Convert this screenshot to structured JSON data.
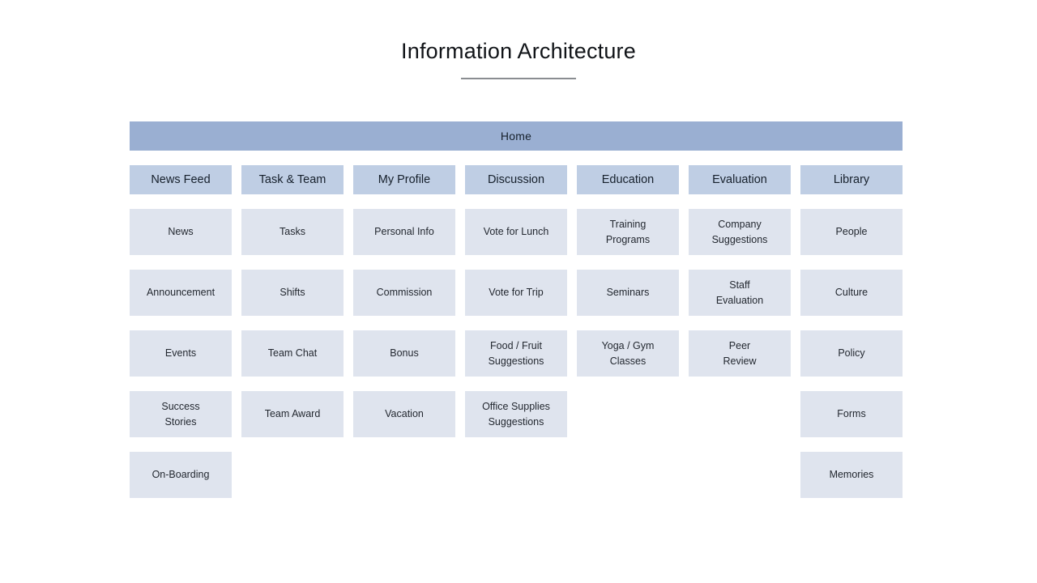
{
  "header": {
    "title": "Information Architecture"
  },
  "colors": {
    "root_node": "#9aafd2",
    "category_node": "#bfcee4",
    "leaf_node": "#dfe4ee",
    "text": "#1b2026",
    "rule": "#8a8d91",
    "background": "#ffffff"
  },
  "diagram": {
    "type": "sitemap-tree",
    "root": {
      "label": "Home"
    },
    "columns": [
      {
        "header": "News Feed",
        "items": [
          "News",
          "Announcement",
          "Events",
          "Success\nStories",
          "On-Boarding"
        ]
      },
      {
        "header": "Task & Team",
        "items": [
          "Tasks",
          "Shifts",
          "Team Chat",
          "Team Award"
        ]
      },
      {
        "header": "My Profile",
        "items": [
          "Personal Info",
          "Commission",
          "Bonus",
          "Vacation"
        ]
      },
      {
        "header": "Discussion",
        "items": [
          "Vote for Lunch",
          "Vote for Trip",
          "Food / Fruit\nSuggestions",
          "Office Supplies\nSuggestions"
        ]
      },
      {
        "header": "Education",
        "items": [
          "Training\nPrograms",
          "Seminars",
          "Yoga / Gym\nClasses"
        ]
      },
      {
        "header": "Evaluation",
        "items": [
          "Company\nSuggestions",
          "Staff\nEvaluation",
          "Peer\nReview"
        ]
      },
      {
        "header": "Library",
        "items": [
          "People",
          "Culture",
          "Policy",
          "Forms",
          "Memories"
        ]
      }
    ]
  }
}
